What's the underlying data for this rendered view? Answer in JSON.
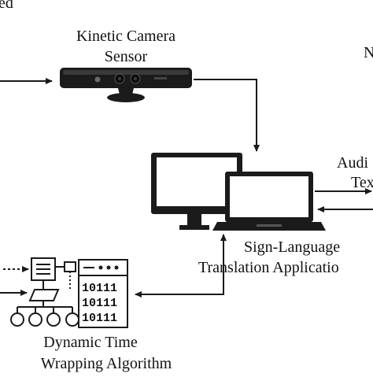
{
  "labels": {
    "top_left_fragment": "ed",
    "top_right_fragment": "N",
    "camera_line1": "Kinetic Camera",
    "camera_line2": "Sensor",
    "right_line1": "Audi",
    "right_line2": "Tex",
    "app_line1": "Sign-Language",
    "app_line2": "Translation Applicatio",
    "dtw_line1": "Dynamic Time",
    "dtw_line2": "Wrapping Algorithm"
  },
  "binary_rows": [
    "10111",
    "10111",
    "10111"
  ],
  "colors": {
    "ink": "#111111",
    "line": "#1a1a1a",
    "device_body": "#1b1b1b",
    "screen_fill": "#ffffff"
  }
}
